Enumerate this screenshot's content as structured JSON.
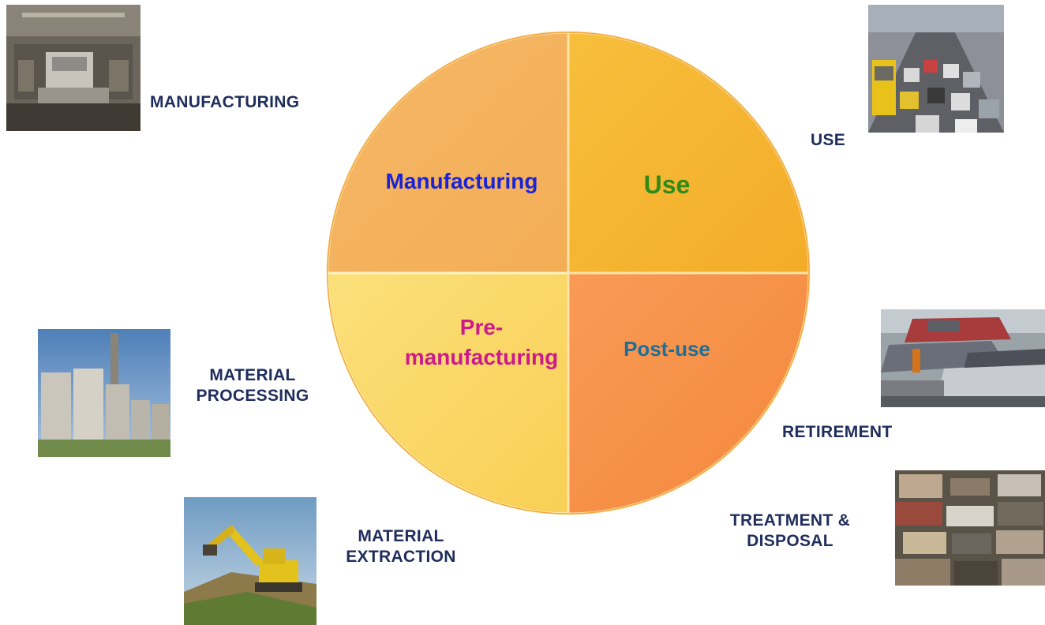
{
  "wheel": {
    "quadrants": {
      "top_left": {
        "label": "Manufacturing",
        "fill": "#f7b65a",
        "text_color": "#1a23d6"
      },
      "top_right": {
        "label": "Use",
        "fill": "#f6b432",
        "text_color": "#2e8b1a"
      },
      "bottom_left": {
        "label_line1": "Pre-",
        "label_line2": "manufacturing",
        "fill": "#fbd766",
        "text_color": "#cc1a8a"
      },
      "bottom_right": {
        "label": "Post-use",
        "fill": "#f7944a",
        "text_color": "#1f6e99"
      }
    }
  },
  "stages": {
    "manufacturing": {
      "label": "MANUFACTURING",
      "image": "car-assembly-line-photo"
    },
    "use": {
      "label": "USE",
      "image": "traffic-jam-photo"
    },
    "retirement": {
      "label": "RETIREMENT",
      "image": "junked-cars-photo"
    },
    "treatment_disposal": {
      "label_line1": "TREATMENT &",
      "label_line2": "DISPOSAL",
      "image": "scrap-car-heap-photo"
    },
    "material_processing": {
      "label_line1": "MATERIAL",
      "label_line2": "PROCESSING",
      "image": "processing-plant-silos-photo"
    },
    "material_extraction": {
      "label_line1": "MATERIAL",
      "label_line2": "EXTRACTION",
      "image": "excavator-photo"
    }
  },
  "colors": {
    "stage_label": "#1f2d5c"
  }
}
